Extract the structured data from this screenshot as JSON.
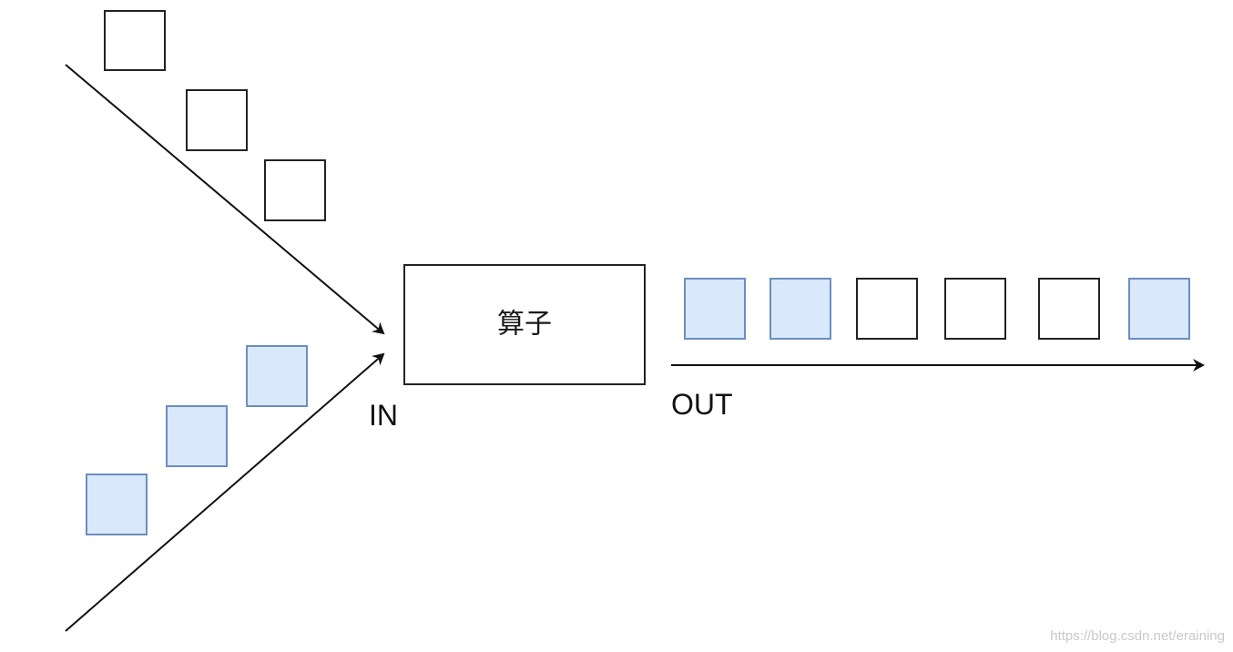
{
  "diagram": {
    "operator_label": "算子",
    "input_label": "IN",
    "output_label": "OUT",
    "watermark": "https://blog.csdn.net/eraining"
  },
  "colors": {
    "white_square_fill": "#ffffff",
    "white_square_stroke": "#222222",
    "blue_square_fill": "#dae8fc",
    "blue_square_stroke": "#6c8ebf",
    "arrow": "#111111"
  },
  "input_streams": [
    {
      "name": "stream-white",
      "square_colors": [
        "white",
        "white",
        "white"
      ]
    },
    {
      "name": "stream-blue",
      "square_colors": [
        "blue",
        "blue",
        "blue"
      ]
    }
  ],
  "output_stream": {
    "square_colors": [
      "blue",
      "blue",
      "white",
      "white",
      "white",
      "blue"
    ]
  }
}
